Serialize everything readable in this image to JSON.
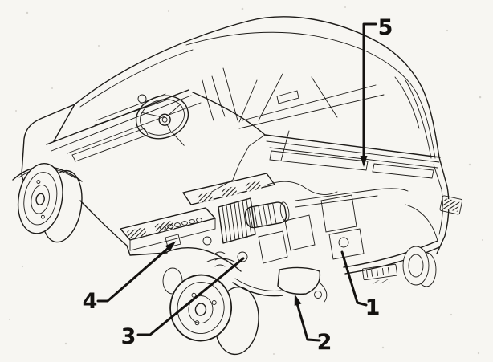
{
  "colors": {
    "ink": "#1d1b18",
    "paper": "#f7f6f2"
  },
  "callouts": [
    {
      "label": "1"
    },
    {
      "label": "2"
    },
    {
      "label": "3"
    },
    {
      "label": "4"
    },
    {
      "label": "5"
    }
  ]
}
